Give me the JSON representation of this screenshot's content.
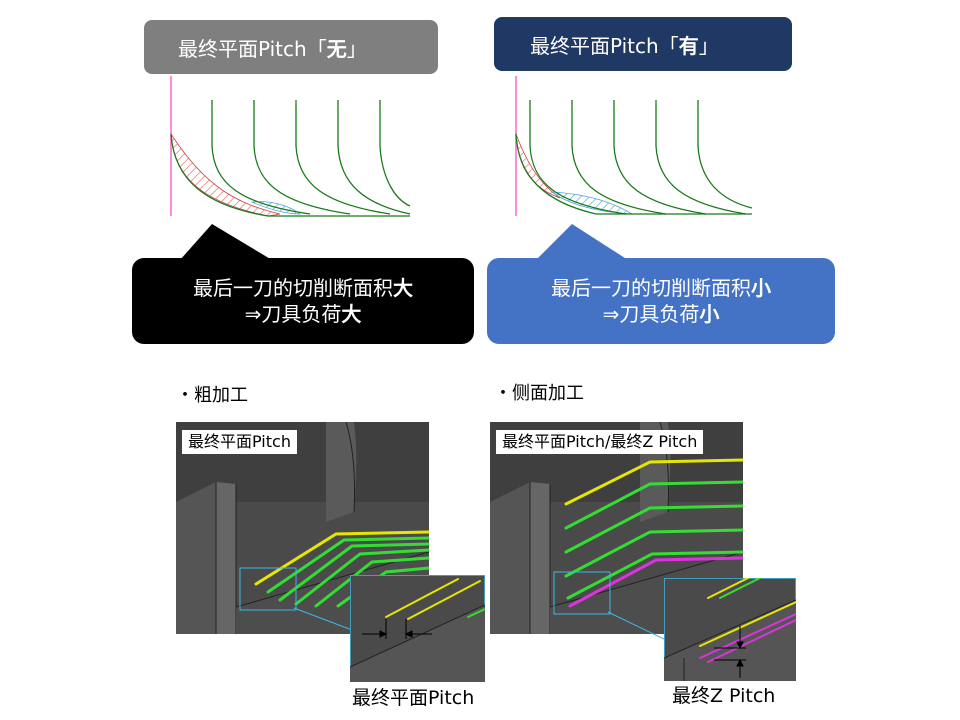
{
  "left_panel": {
    "title_prefix": "最终平面Pitch「",
    "title_emph": "无",
    "title_suffix": "」",
    "callout_line1_prefix": "最后一刀的切削断面积",
    "callout_line1_emph": "大",
    "callout_line2_prefix": "⇒刀具负荷",
    "callout_line2_emph": "大"
  },
  "right_panel": {
    "title_prefix": "最终平面Pitch「",
    "title_emph": "有",
    "title_suffix": "」",
    "callout_line1_prefix": "最后一刀的切削断面积",
    "callout_line1_emph": "小",
    "callout_line2_prefix": "⇒刀具负荷",
    "callout_line2_emph": "小"
  },
  "roughing": {
    "section_label": "・粗加工",
    "image_tag": "最终平面Pitch",
    "caption": "最终平面Pitch"
  },
  "side": {
    "section_label": "・侧面加工",
    "image_tag": "最终平面Pitch/最终Z Pitch",
    "caption": "最终Z Pitch"
  },
  "colors": {
    "gray_title": "#7f7f7f",
    "navy_title": "#1f3864",
    "black_callout": "#000000",
    "blue_callout": "#4472c4",
    "toolpath_green": "#1a7a1a",
    "wall_pink": "#ff66cc",
    "hatch_red": "#e06060",
    "hatch_blue": "#4fa3d6",
    "cam_yellow": "#e6e600",
    "cam_green": "#33dd33",
    "cam_magenta": "#dd33dd",
    "zoom_frame": "#3fb8e0"
  }
}
